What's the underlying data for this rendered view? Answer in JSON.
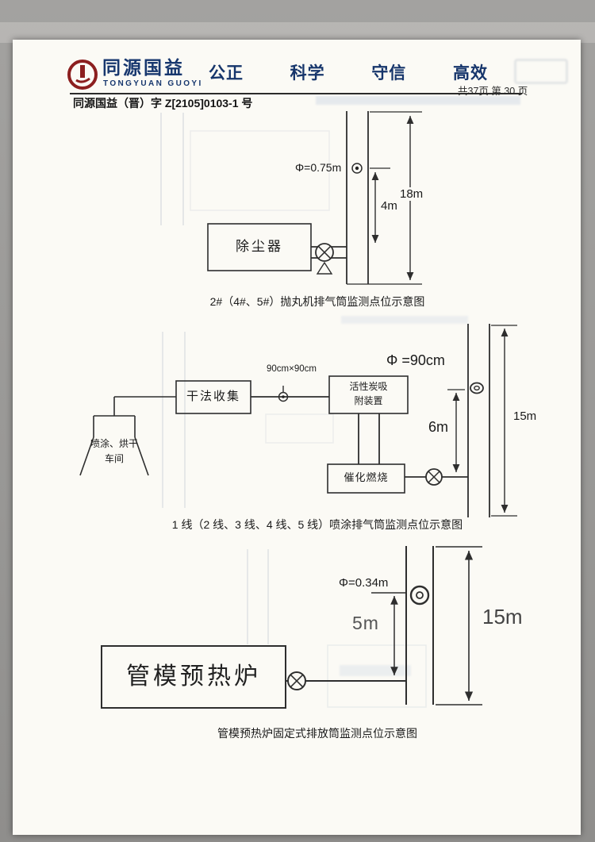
{
  "colors": {
    "brand_navy": "#17376e",
    "logo_maroon": "#8c1f1f",
    "paper": "#fbfaf5",
    "ink": "#1c1c1c"
  },
  "header": {
    "logo_title": "同源国益",
    "logo_subtitle": "TONGYUAN GUOYI",
    "slogan": [
      "公正",
      "科学",
      "守信",
      "高效"
    ],
    "doc_number": "同源国益（晋）字 Z[2105]0103-1 号",
    "page_info": "共37页 第 30 页"
  },
  "diagram1": {
    "caption": "2#（4#、5#）抛丸机排气筒监测点位示意图",
    "diameter_label": "Φ=0.75m",
    "stack_height_label": "18m",
    "port_height_label": "4m",
    "equipment_box": "除尘器"
  },
  "diagram2": {
    "caption": "1 线（2 线、3 线、4 线、5 线）喷涂排气筒监测点位示意图",
    "diameter_label": "Φ =90cm",
    "duct_size_label": "90cm×90cm",
    "stack_height_label": "15m",
    "port_height_label": "6m",
    "dry_collection_box": "干法收集",
    "carbon_box_line1": "活性炭吸",
    "carbon_box_line2": "附装置",
    "catalytic_box": "催化燃烧",
    "workshop_line1": "喷涂、烘干",
    "workshop_line2": "车间"
  },
  "diagram3": {
    "caption": "管模预热炉固定式排放筒监测点位示意图",
    "diameter_label": "Φ=0.34m",
    "port_height_label": "5m",
    "stack_height_label": "15m",
    "equipment_box": "管模预热炉"
  }
}
